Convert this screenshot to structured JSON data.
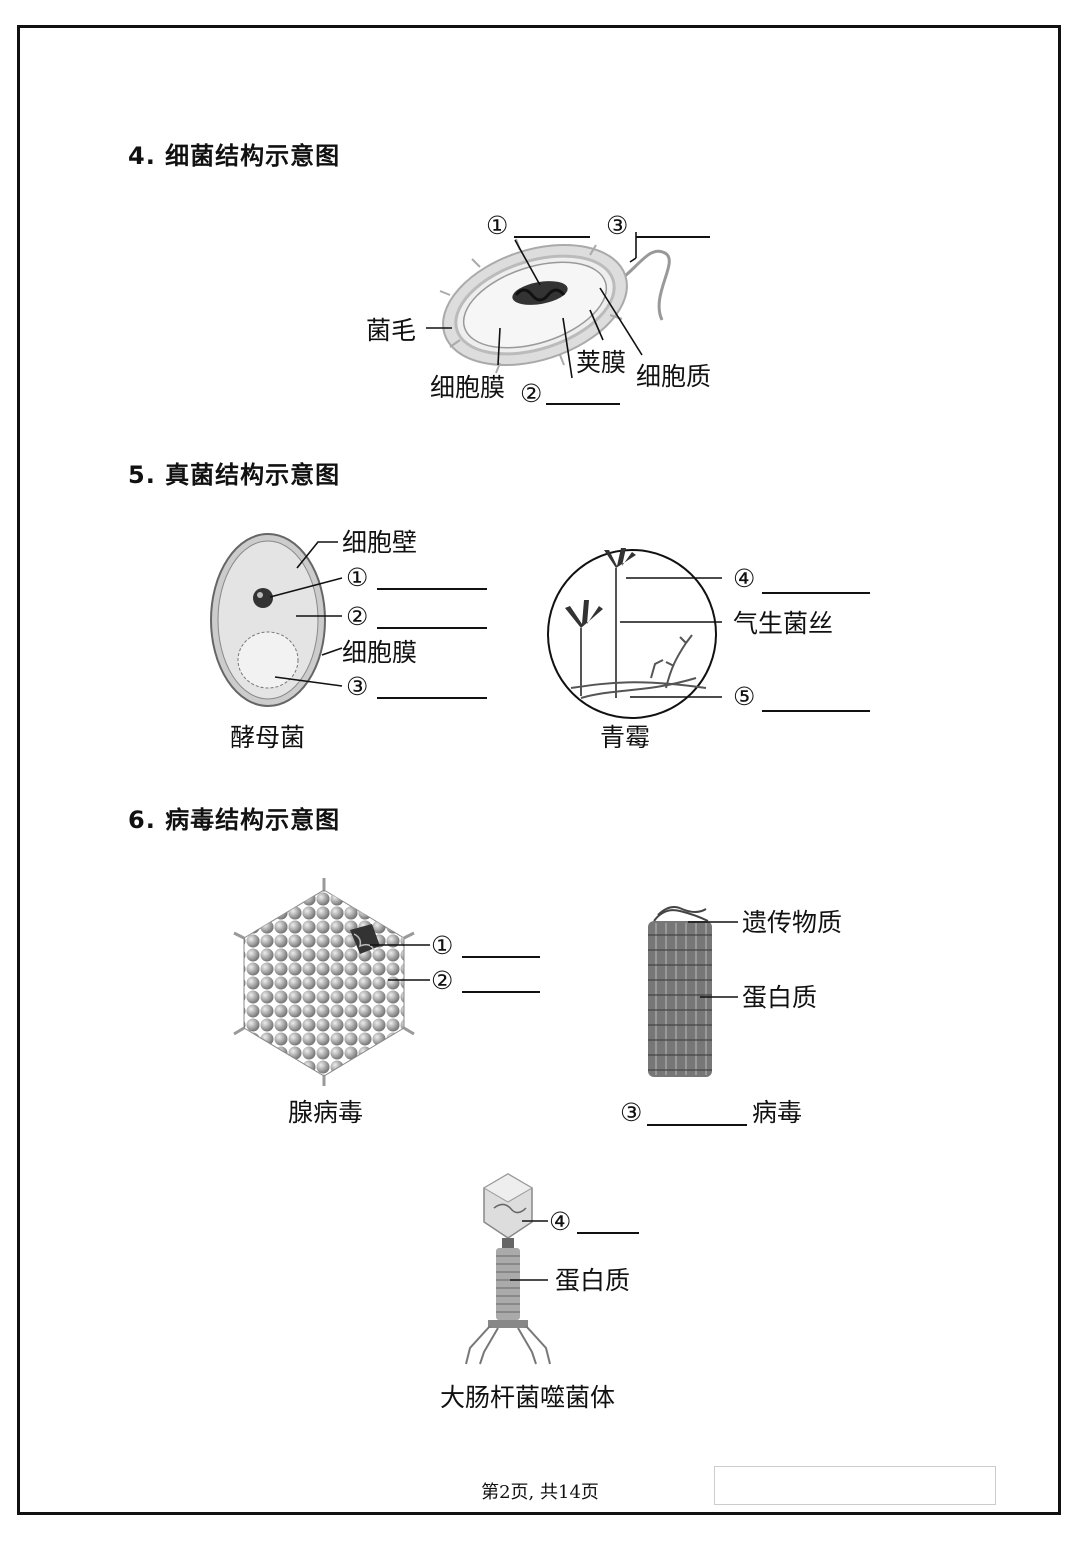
{
  "sections": {
    "bacteria": {
      "title": "4. 细菌结构示意图",
      "labels": {
        "n1": "①",
        "n2": "②",
        "n3": "③",
        "pili": "菌毛",
        "membrane": "细胞膜",
        "capsule": "荚膜",
        "cytoplasm": "细胞质"
      }
    },
    "fungi": {
      "title": "5. 真菌结构示意图",
      "yeast": {
        "name": "酵母菌",
        "wall": "细胞壁",
        "n1": "①",
        "n2": "②",
        "membrane": "细胞膜",
        "n3": "③"
      },
      "penicillium": {
        "name": "青霉",
        "n4": "④",
        "aerial": "气生菌丝",
        "n5": "⑤"
      }
    },
    "virus": {
      "title": "6. 病毒结构示意图",
      "adenovirus": {
        "name": "腺病毒",
        "n1": "①",
        "n2": "②"
      },
      "tmv": {
        "genetic": "遗传物质",
        "protein": "蛋白质",
        "n3": "③",
        "suffix": "病毒"
      },
      "phage": {
        "name": "大肠杆菌噬菌体",
        "n4": "④",
        "protein": "蛋白质"
      }
    }
  },
  "footer": {
    "page": "第2页, 共14页"
  }
}
